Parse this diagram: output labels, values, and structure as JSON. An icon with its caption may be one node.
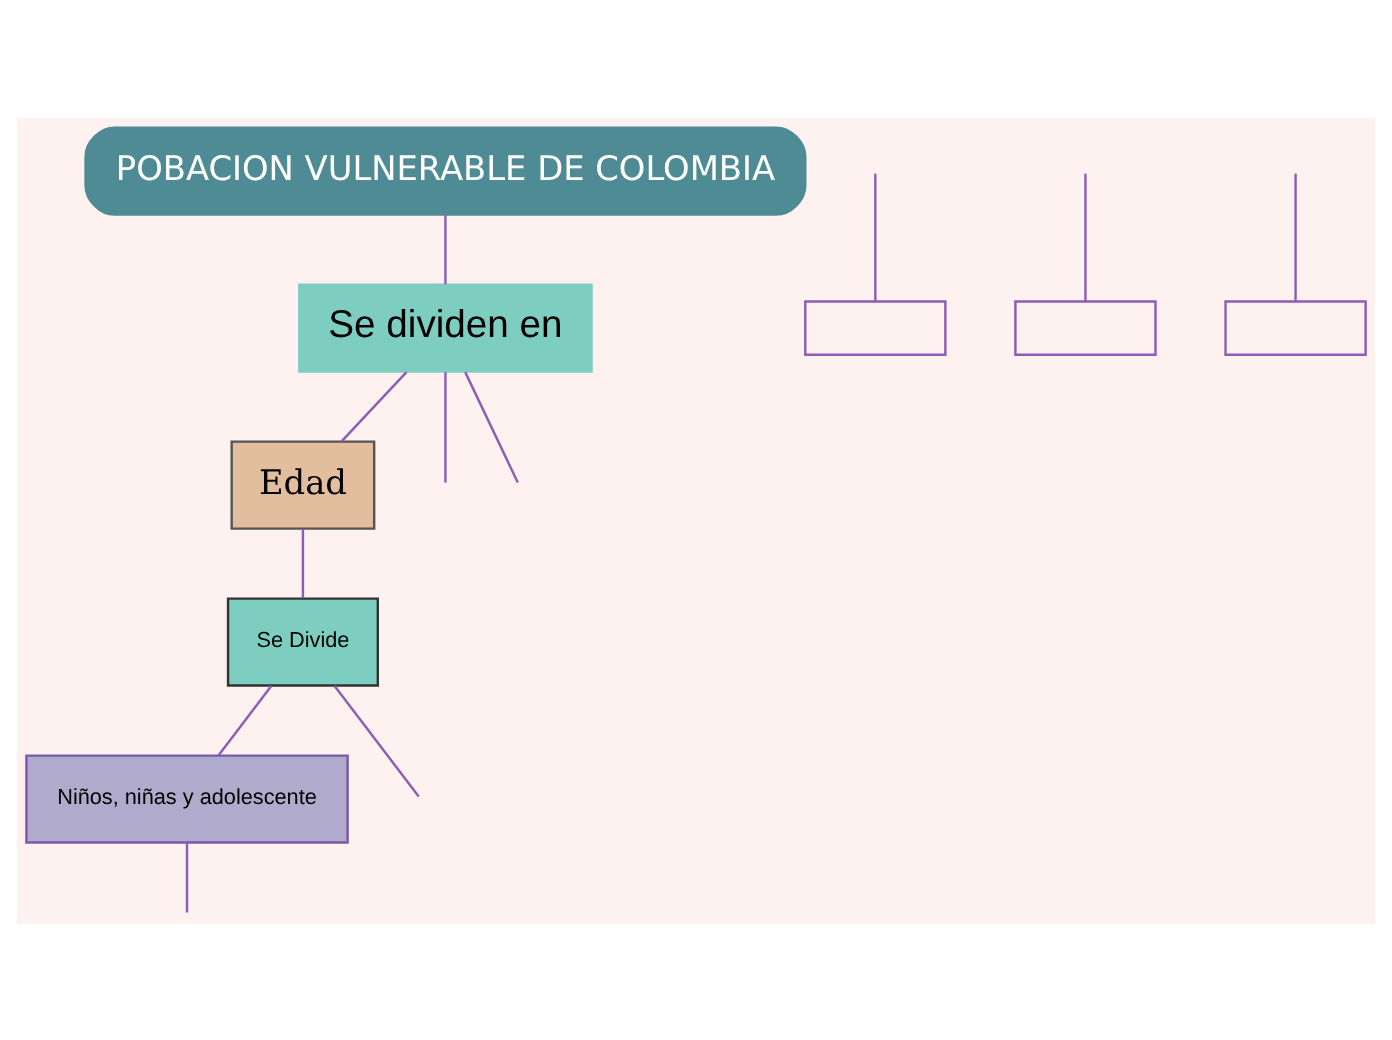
{
  "diagram": {
    "nodes": [
      {
        "text": [
          "POBACION VULNERABLE DE COLOMBIA"
        ]
      },
      {
        "text": [
          "Se dividen en"
        ]
      },
      {
        "text": [
          "Edad"
        ]
      },
      {
        "text": [
          "Se Divide"
        ]
      },
      {
        "text": [
          "Niños, niñas y adolescente"
        ]
      },
      {
        "text": [],
        "shape": "box"
      },
      {
        "text": [],
        "shape": "box"
      },
      {
        "text": [],
        "shape": "box"
      }
    ],
    "edges": [
      {
        "from": 0,
        "to": 1,
        "arrow": "none"
      },
      {
        "from": 1,
        "to": null,
        "arrow": "none"
      },
      {
        "from": 1,
        "to": 2,
        "arrow": "none"
      },
      {
        "from": 1,
        "to": null,
        "arrow": "none"
      },
      {
        "from": 2,
        "to": 3,
        "arrow": "none"
      },
      {
        "from": 3,
        "to": 4,
        "arrow": "none"
      },
      {
        "from": 3,
        "to": null,
        "arrow": "none"
      },
      {
        "from": 4,
        "to": null,
        "arrow": "none"
      },
      {
        "from": null,
        "to": 5,
        "arrow": "none"
      },
      {
        "from": null,
        "to": 6,
        "arrow": "none"
      },
      {
        "from": null,
        "to": 7,
        "arrow": "none"
      }
    ]
  }
}
